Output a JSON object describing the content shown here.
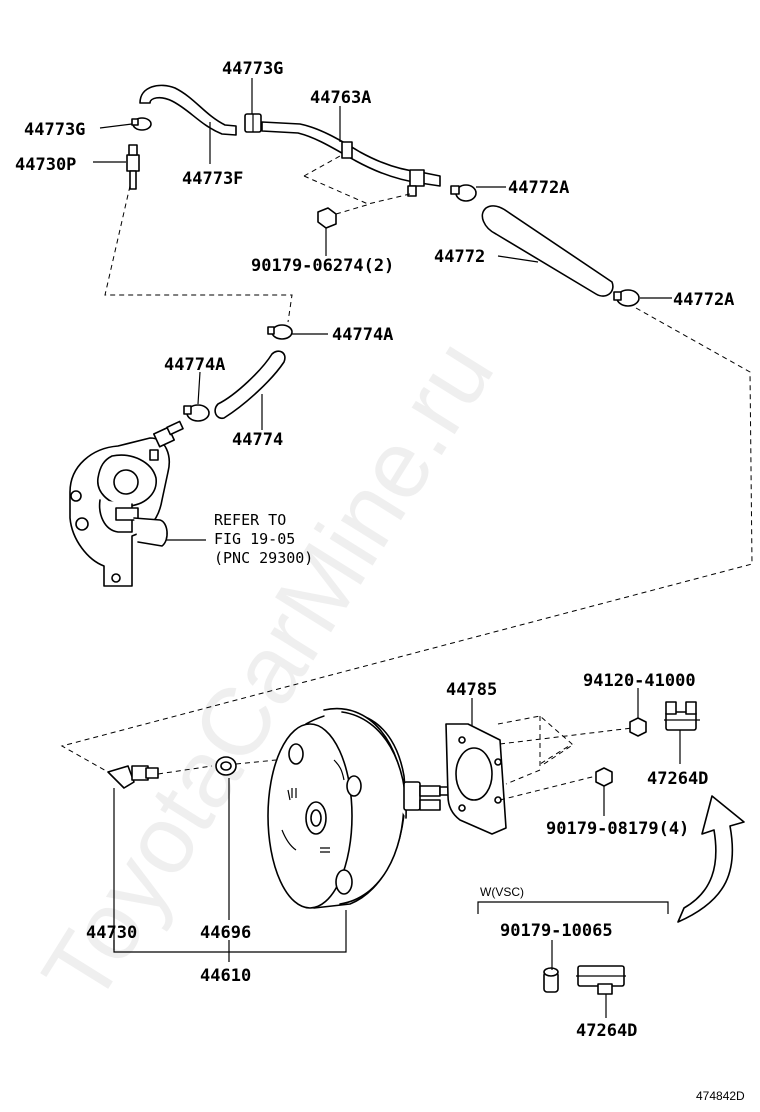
{
  "watermark": "ToyotaCarMine.ru",
  "diagram_id": "474842D",
  "labels": {
    "p44773G_top": "44773G",
    "p44773G_left": "44773G",
    "p44730P": "44730P",
    "p44773F": "44773F",
    "p44763A": "44763A",
    "p44772A_upper": "44772A",
    "p90179_06274": "90179-06274(2)",
    "p44772": "44772",
    "p44772A_right": "44772A",
    "p44774A_upper": "44774A",
    "p44774A_left": "44774A",
    "p44774": "44774",
    "p44785": "44785",
    "p94120_41000": "94120-41000",
    "p47264D_upper": "47264D",
    "p90179_08179": "90179-08179(4)",
    "p44730": "44730",
    "p44696": "44696",
    "p44610": "44610",
    "p90179_10065": "90179-10065",
    "p47264D_lower": "47264D"
  },
  "refer_note": {
    "line1": "REFER TO",
    "line2": "FIG 19-05",
    "line3": "(PNC 29300)"
  },
  "vsc_label": "W(VSC)"
}
